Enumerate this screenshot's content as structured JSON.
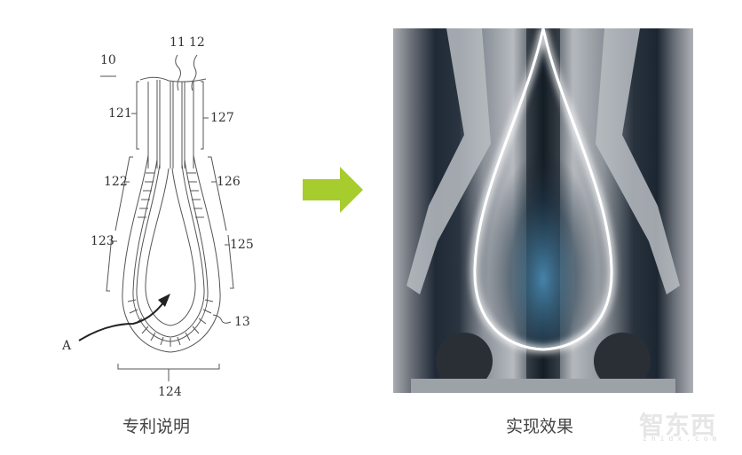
{
  "left_panel": {
    "caption": "专利说明",
    "figure_number": "10",
    "labels": {
      "l11": "11",
      "l12": "12",
      "l121": "121",
      "l122": "122",
      "l123": "123",
      "l124": "124",
      "l125": "125",
      "l126": "126",
      "l127": "127",
      "l13": "13",
      "lA": "A"
    }
  },
  "arrow": {
    "color": "#a6cc2e",
    "icon": "arrow-right-icon"
  },
  "right_panel": {
    "caption": "实现效果",
    "image_description": "Teardrop-shaped glowing light strip on mechanical device"
  },
  "watermark": {
    "text": "智东西",
    "sub": "zhidx.com"
  }
}
